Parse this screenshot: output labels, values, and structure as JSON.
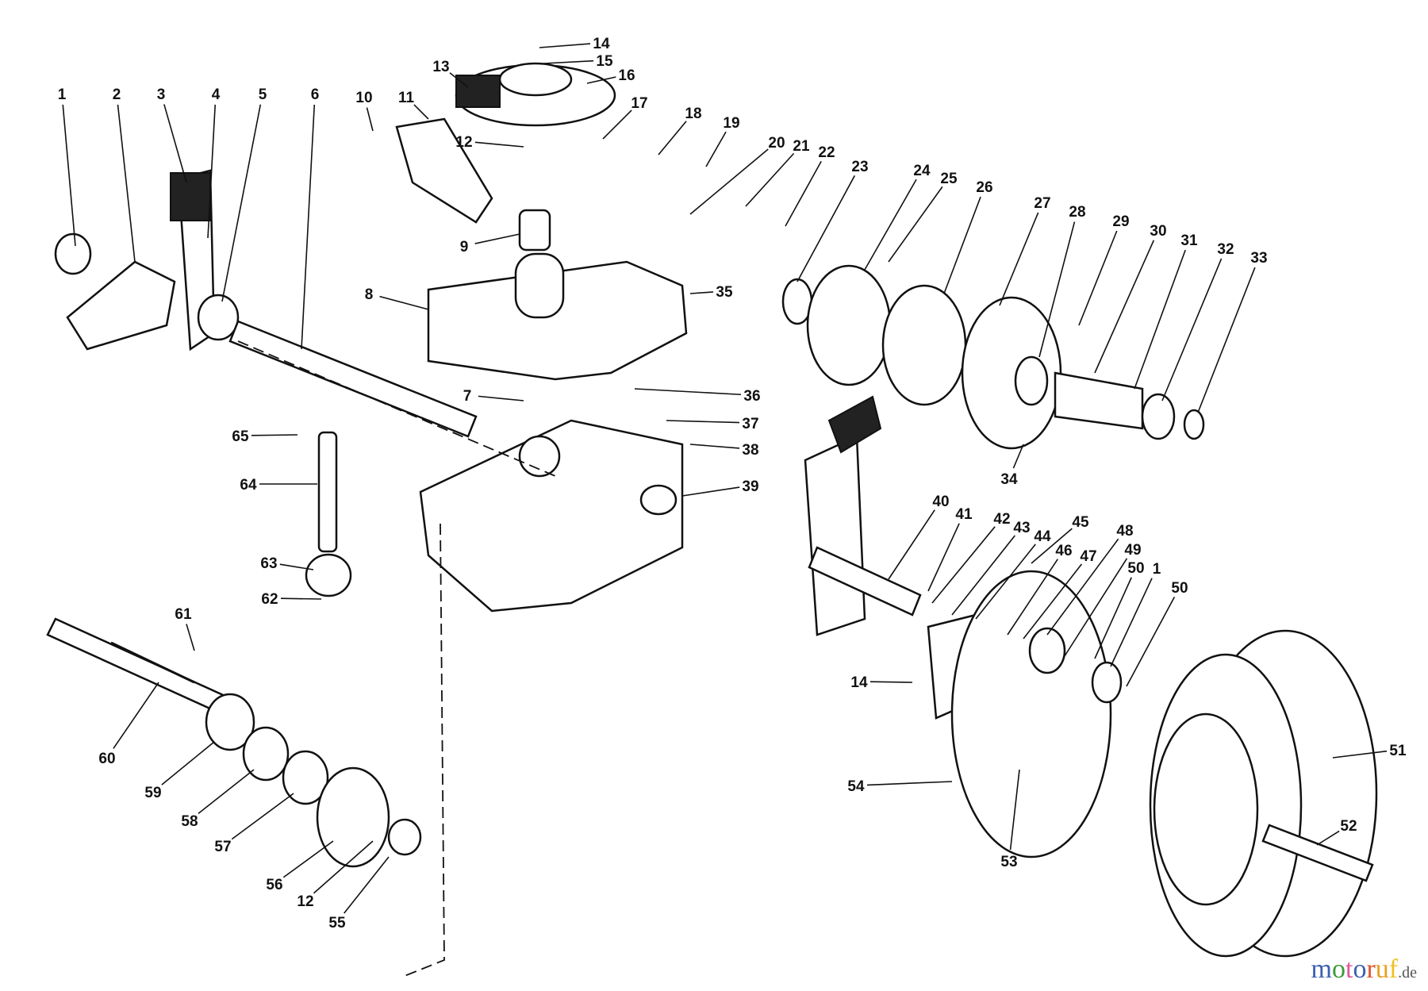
{
  "callouts": [
    "1",
    "2",
    "3",
    "4",
    "5",
    "6",
    "10",
    "11",
    "12",
    "13",
    "14",
    "15",
    "16",
    "17",
    "18",
    "19",
    "20",
    "21",
    "22",
    "23",
    "24",
    "25",
    "26",
    "27",
    "28",
    "29",
    "30",
    "31",
    "32",
    "33",
    "34",
    "35",
    "36",
    "37",
    "38",
    "39",
    "40",
    "41",
    "42",
    "43",
    "44",
    "45",
    "46",
    "47",
    "48",
    "49",
    "50",
    "1",
    "50",
    "51",
    "52",
    "53",
    "54",
    "55",
    "12",
    "56",
    "57",
    "58",
    "59",
    "60",
    "61",
    "62",
    "63",
    "64",
    "65",
    "7",
    "8",
    "9",
    "14"
  ],
  "watermark": {
    "text": "motoruf",
    "suffix": ".de",
    "colors": [
      "#3b5fb0",
      "#3a9a3a",
      "#e0559a",
      "#3b5fb0",
      "#e0552a",
      "#e8a020",
      "#f0c020"
    ]
  }
}
